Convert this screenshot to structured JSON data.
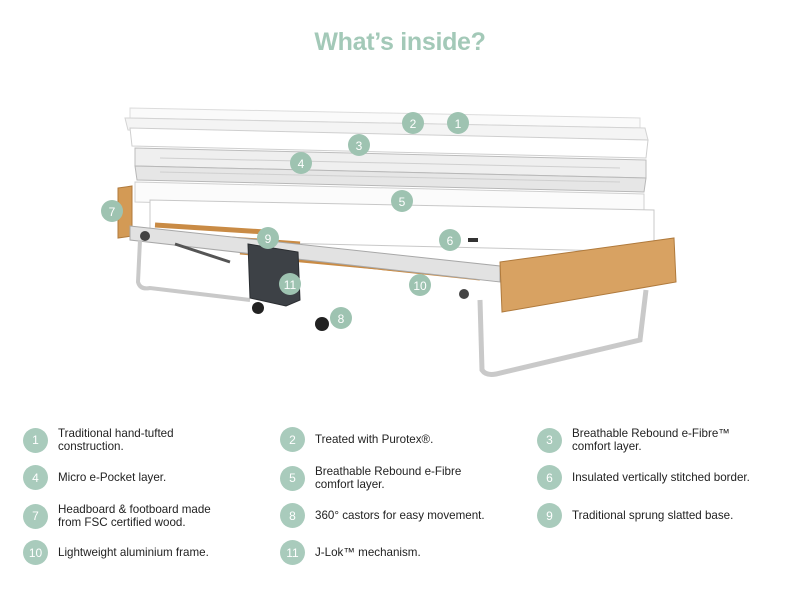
{
  "title": "What’s inside?",
  "accent_color": "#9ec3b1",
  "markers": [
    "1",
    "2",
    "3",
    "4",
    "5",
    "6",
    "7",
    "8",
    "9",
    "10",
    "11"
  ],
  "legend": [
    {
      "num": "1",
      "text": "Traditional hand-tufted\nconstruction."
    },
    {
      "num": "2",
      "text": "Treated with Purotex®."
    },
    {
      "num": "3",
      "text": "Breathable Rebound e-Fibre™\ncomfort layer."
    },
    {
      "num": "4",
      "text": "Micro e-Pocket layer."
    },
    {
      "num": "5",
      "text": "Breathable Rebound e-Fibre\ncomfort layer."
    },
    {
      "num": "6",
      "text": "Insulated vertically stitched border."
    },
    {
      "num": "7",
      "text": "Headboard & footboard made\nfrom FSC certified wood."
    },
    {
      "num": "8",
      "text": "360° castors for easy movement."
    },
    {
      "num": "9",
      "text": "Traditional sprung slatted base."
    },
    {
      "num": "10",
      "text": "Lightweight aluminium frame."
    },
    {
      "num": "11",
      "text": "J-Lok™ mechanism."
    }
  ]
}
